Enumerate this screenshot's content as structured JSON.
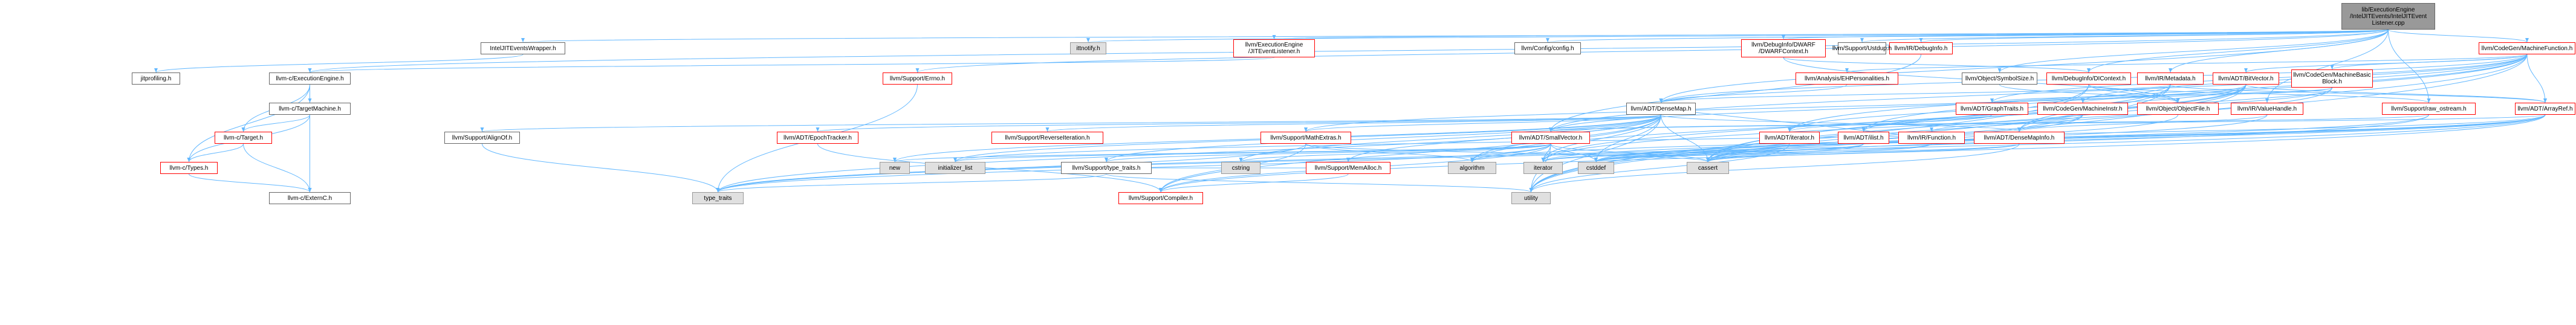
{
  "colors": {
    "edge": "#63b8ff",
    "root_fill": "#999999",
    "gray_fill": "#e0e0e0",
    "red_border": "#ff0000"
  },
  "nodes": {
    "root": "lib/ExecutionEngine\n/IntelJITEvents/IntelJITEvent\nListener.cpp",
    "intel_jit_events_wrapper": "IntelJITEventsWrapper.h",
    "ittnotify": "ittnotify.h",
    "execution_engine_jit_listener": "llvm/ExecutionEngine\n/JITEventListener.h",
    "config": "llvm/Config/config.h",
    "ir_debuginfo": "llvm/IR/DebugInfo.h",
    "codegen_machine_function": "llvm/CodeGen/MachineFunction.h",
    "debuginfo_dwarf_context": "llvm/DebugInfo/DWARF\n/DWARFContext.h",
    "support_ustdup": "llvm/Support/Ustdup.h",
    "jitprofiling": "jitprofiling.h",
    "llvm_c_execution_engine": "llvm-c/ExecutionEngine.h",
    "support_errno": "llvm/Support/Errno.h",
    "analysis_eh_personalities": "llvm/Analysis/EHPersonalities.h",
    "ir_metadata": "llvm/IR/Metadata.h",
    "adt_bitvector": "llvm/ADT/BitVector.h",
    "codegen_machine_basic_block": "llvm/CodeGen/MachineBasic\nBlock.h",
    "object_symbol_size": "llvm/Object/SymbolSize.h",
    "debuginfo_di_context": "llvm/DebugInfo/DIContext.h",
    "llvm_c_target_machine": "llvm-c/TargetMachine.h",
    "adt_dense_map": "llvm/ADT/DenseMap.h",
    "support_raw_ostream": "llvm/Support/raw_ostream.h",
    "adt_array_ref": "llvm/ADT/ArrayRef.h",
    "adt_graph_traits": "llvm/ADT/GraphTraits.h",
    "codegen_machine_instr": "llvm/CodeGen/MachineInstr.h",
    "object_object_file": "llvm/Object/ObjectFile.h",
    "ir_value_handle": "llvm/IR/ValueHandle.h",
    "llvm_c_target": "llvm-c/Target.h",
    "support_align_of": "llvm/Support/AlignOf.h",
    "adt_epoch_tracker": "llvm/ADT/EpochTracker.h",
    "support_reverse_iteration": "llvm/Support/ReverseIteration.h",
    "support_math_extras": "llvm/Support/MathExtras.h",
    "adt_small_vector": "llvm/ADT/SmallVector.h",
    "adt_iterator": "llvm/ADT/iterator.h",
    "adt_ilist": "llvm/ADT/ilist.h",
    "ir_function": "llvm/IR/Function.h",
    "adt_dense_map_info": "llvm/ADT/DenseMapInfo.h",
    "llvm_c_types": "llvm-c/Types.h",
    "new": "new",
    "initializer_list": "initializer_list",
    "support_type_traits": "llvm/Support/type_traits.h",
    "cstring": "cstring",
    "support_mem_alloc": "llvm/Support/MemAlloc.h",
    "algorithm": "algorithm",
    "iterator": "iterator",
    "cstddef": "cstddef",
    "cassert": "cassert",
    "llvm_c_extern_c": "llvm-c/ExternC.h",
    "type_traits": "type_traits",
    "support_compiler": "llvm/Support/Compiler.h",
    "utility": "utility"
  }
}
